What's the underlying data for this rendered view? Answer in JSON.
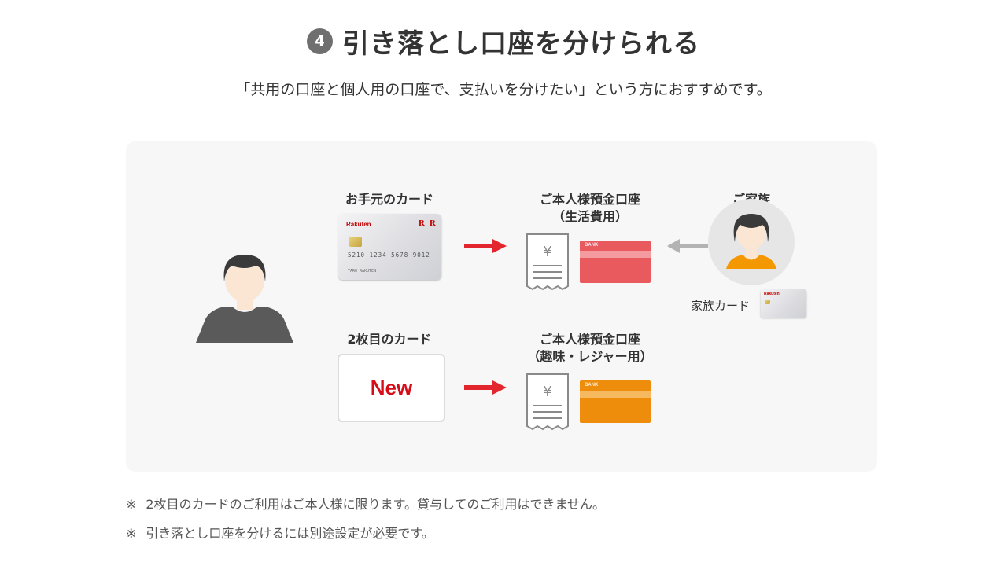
{
  "heading": {
    "step_number": "4",
    "title": "引き落とし口座を分けられる",
    "subtitle": "「共用の口座と個人用の口座で、支払いを分けたい」という方におすすめです。"
  },
  "diagram": {
    "current_card_label": "お手元のカード",
    "second_card_label": "2枚目のカード",
    "new_badge": "New",
    "account1_title": "ご本人様預金口座",
    "account1_sub": "（生活費用）",
    "account2_title": "ご本人様預金口座",
    "account2_sub": "（趣味・レジャー用）",
    "family_label": "ご家族",
    "family_card_label": "家族カード",
    "bank_label": "BANK",
    "yen_symbol": "¥",
    "card": {
      "brand": "Rakuten",
      "number": "5210 1234 5678 9012",
      "holder": "TARO RAKUTEN"
    },
    "colors": {
      "arrow_red": "#e3262e",
      "arrow_gray": "#b3b3b3",
      "bank_red": "#e95a5f",
      "bank_orange": "#ee8c0b",
      "family_orange": "#f39800",
      "person_dark": "#5a5a5a"
    }
  },
  "notes": [
    {
      "mark": "※",
      "text": "2枚目のカードのご利用はご本人様に限ります。貸与してのご利用はできません。"
    },
    {
      "mark": "※",
      "text": "引き落とし口座を分けるには別途設定が必要です。"
    }
  ]
}
